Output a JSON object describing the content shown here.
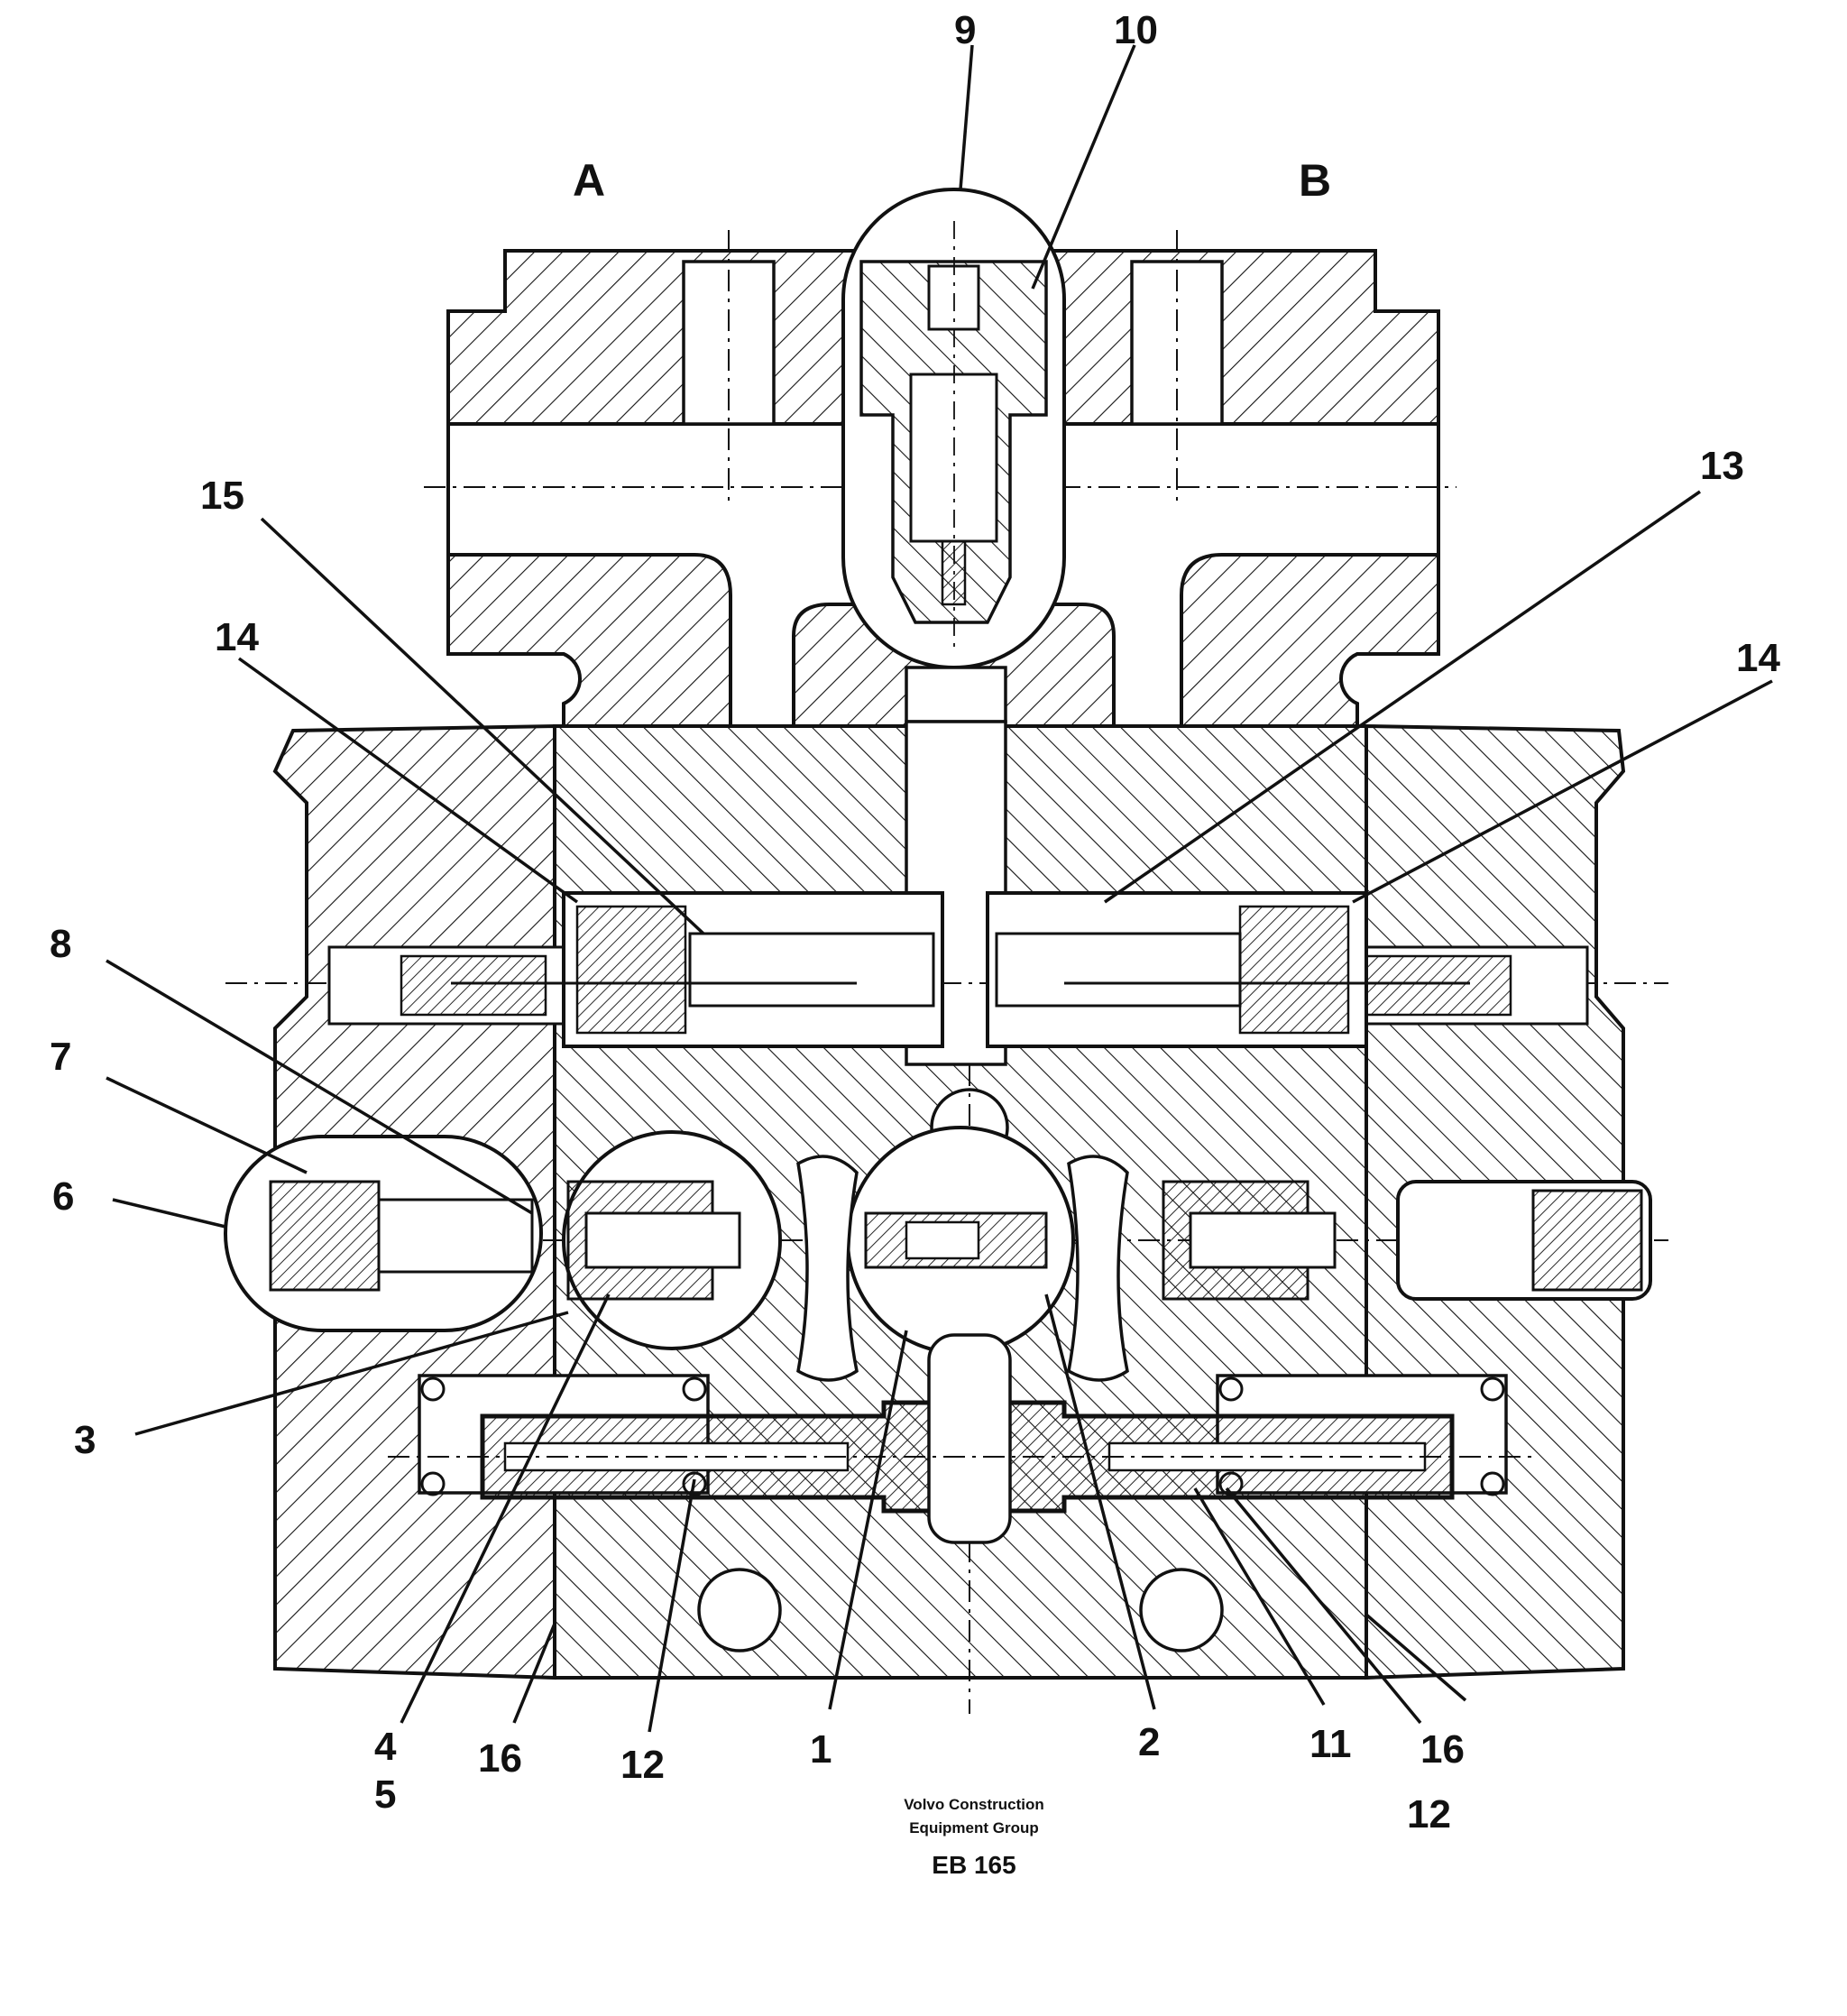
{
  "ports": {
    "a": "A",
    "b": "B"
  },
  "callouts": {
    "c9": "9",
    "c10": "10",
    "c15": "15",
    "c13": "13",
    "c14_left": "14",
    "c14_right": "14",
    "c8": "8",
    "c7": "7",
    "c6": "6",
    "c3": "3",
    "c4": "4",
    "c5": "5",
    "c16_left": "16",
    "c12_left": "12",
    "c1": "1",
    "c2": "2",
    "c11": "11",
    "c16_right": "16",
    "c12_right": "12"
  },
  "footer": {
    "org_line1": "Volvo Construction",
    "org_line2": "Equipment Group",
    "code": "EB 165"
  },
  "colors": {
    "ink": "#111111",
    "paper": "#ffffff"
  }
}
